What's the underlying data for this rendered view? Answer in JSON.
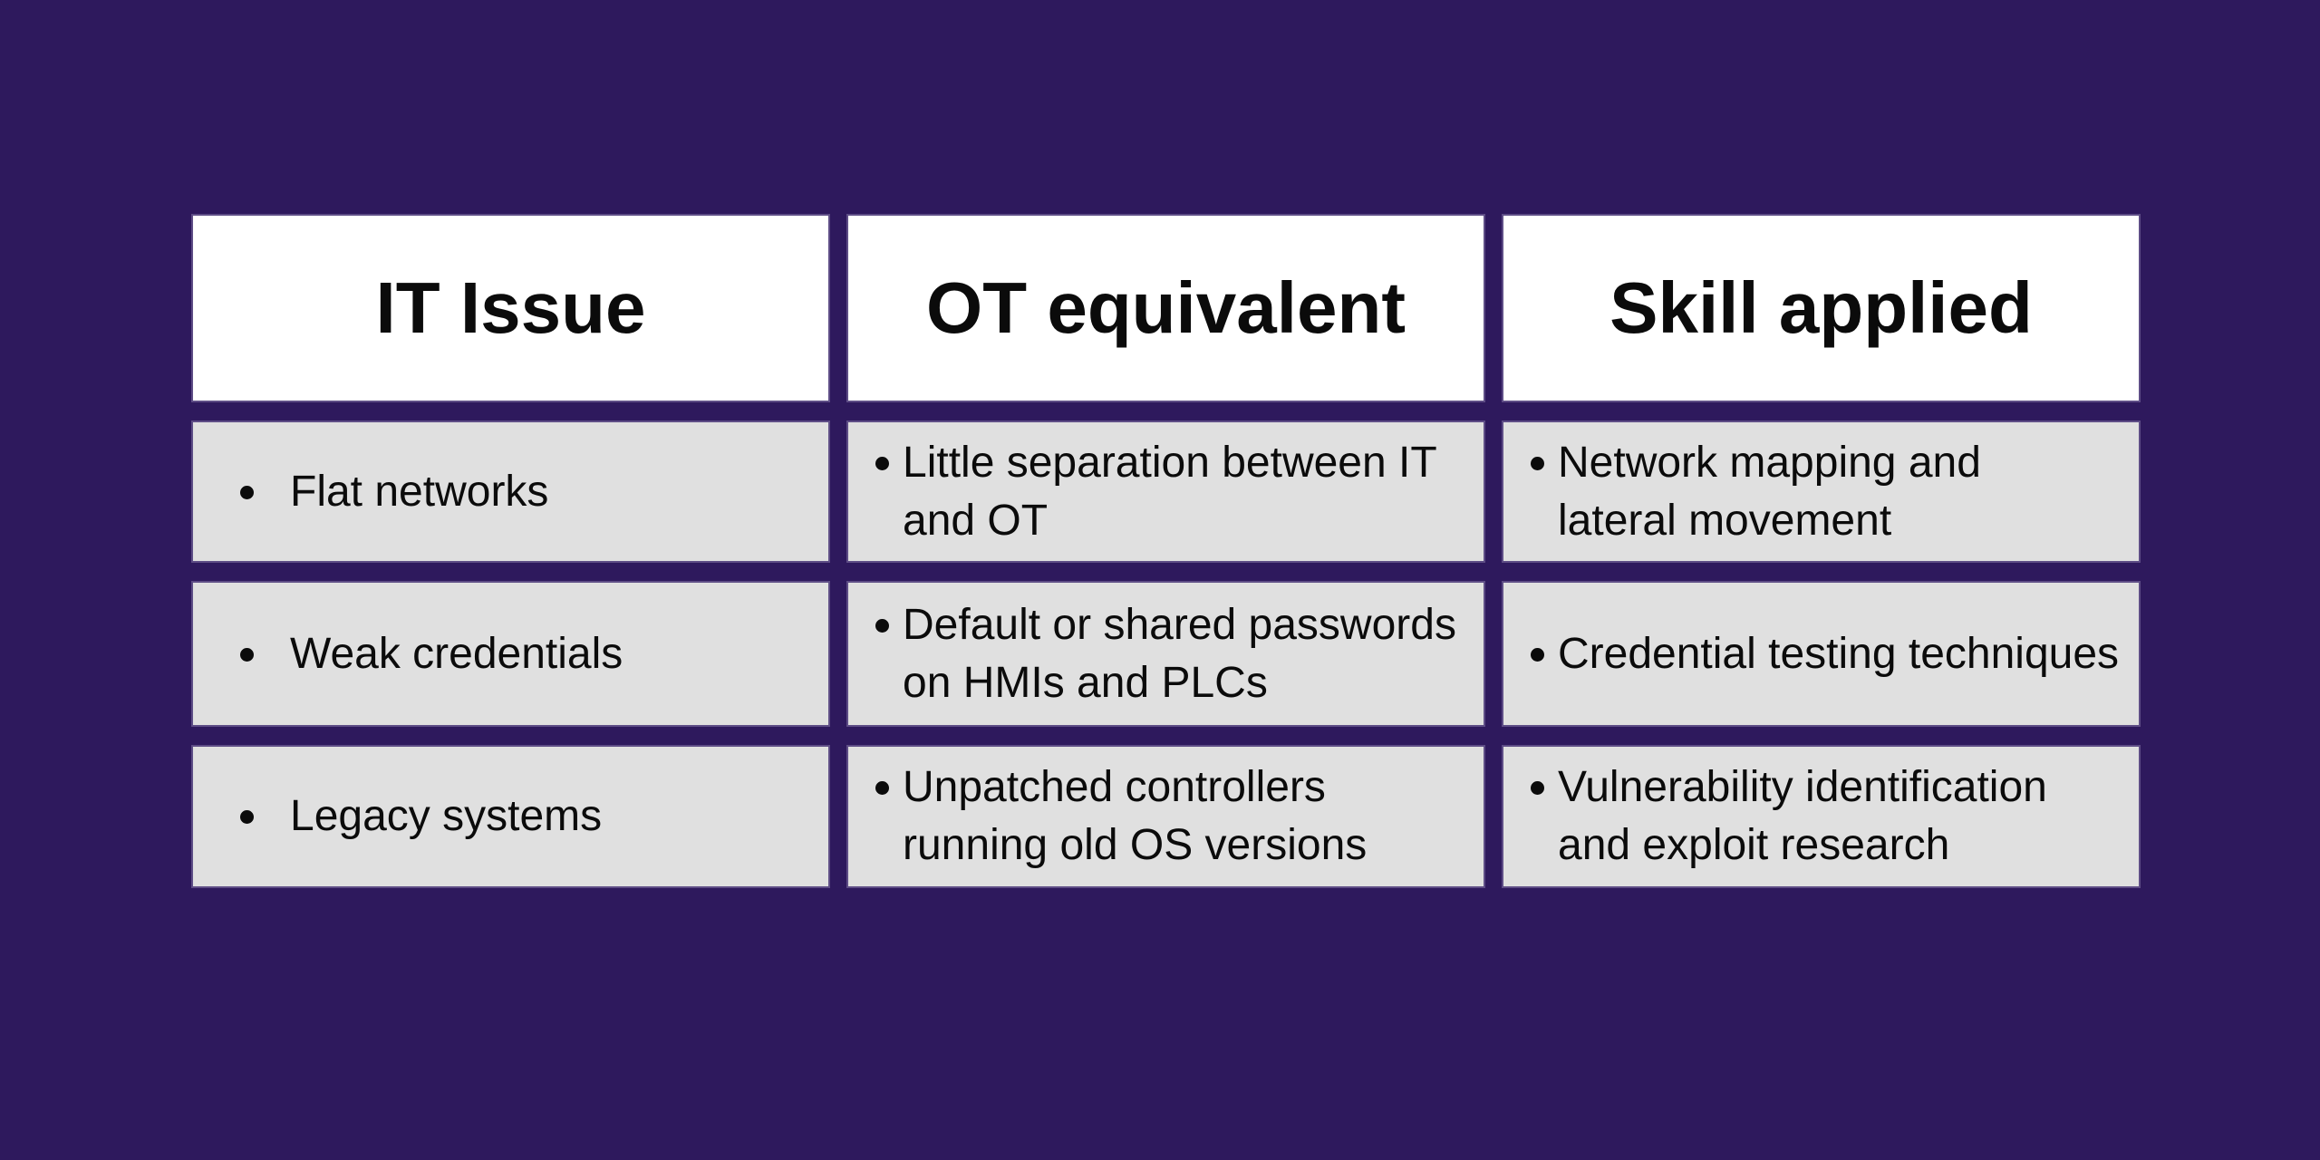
{
  "colors": {
    "background": "#2E195D",
    "header_bg": "#FFFFFF",
    "cell_bg": "#E0E0E0",
    "text": "#0B0B0B"
  },
  "icons": {
    "bullet_icon": "filled-circle"
  },
  "table": {
    "columns": [
      {
        "header": "IT Issue",
        "cells": [
          "Flat networks",
          "Weak credentials",
          "Legacy systems"
        ]
      },
      {
        "header": "OT equivalent",
        "cells": [
          "Little separation between IT\nand OT",
          "Default or shared passwords\non HMIs and PLCs",
          "Unpatched controllers\nrunning old OS versions"
        ]
      },
      {
        "header": "Skill applied",
        "cells": [
          "Network mapping and\nlateral movement",
          "Credential testing techniques",
          "Vulnerability identification\nand exploit research"
        ]
      }
    ]
  }
}
